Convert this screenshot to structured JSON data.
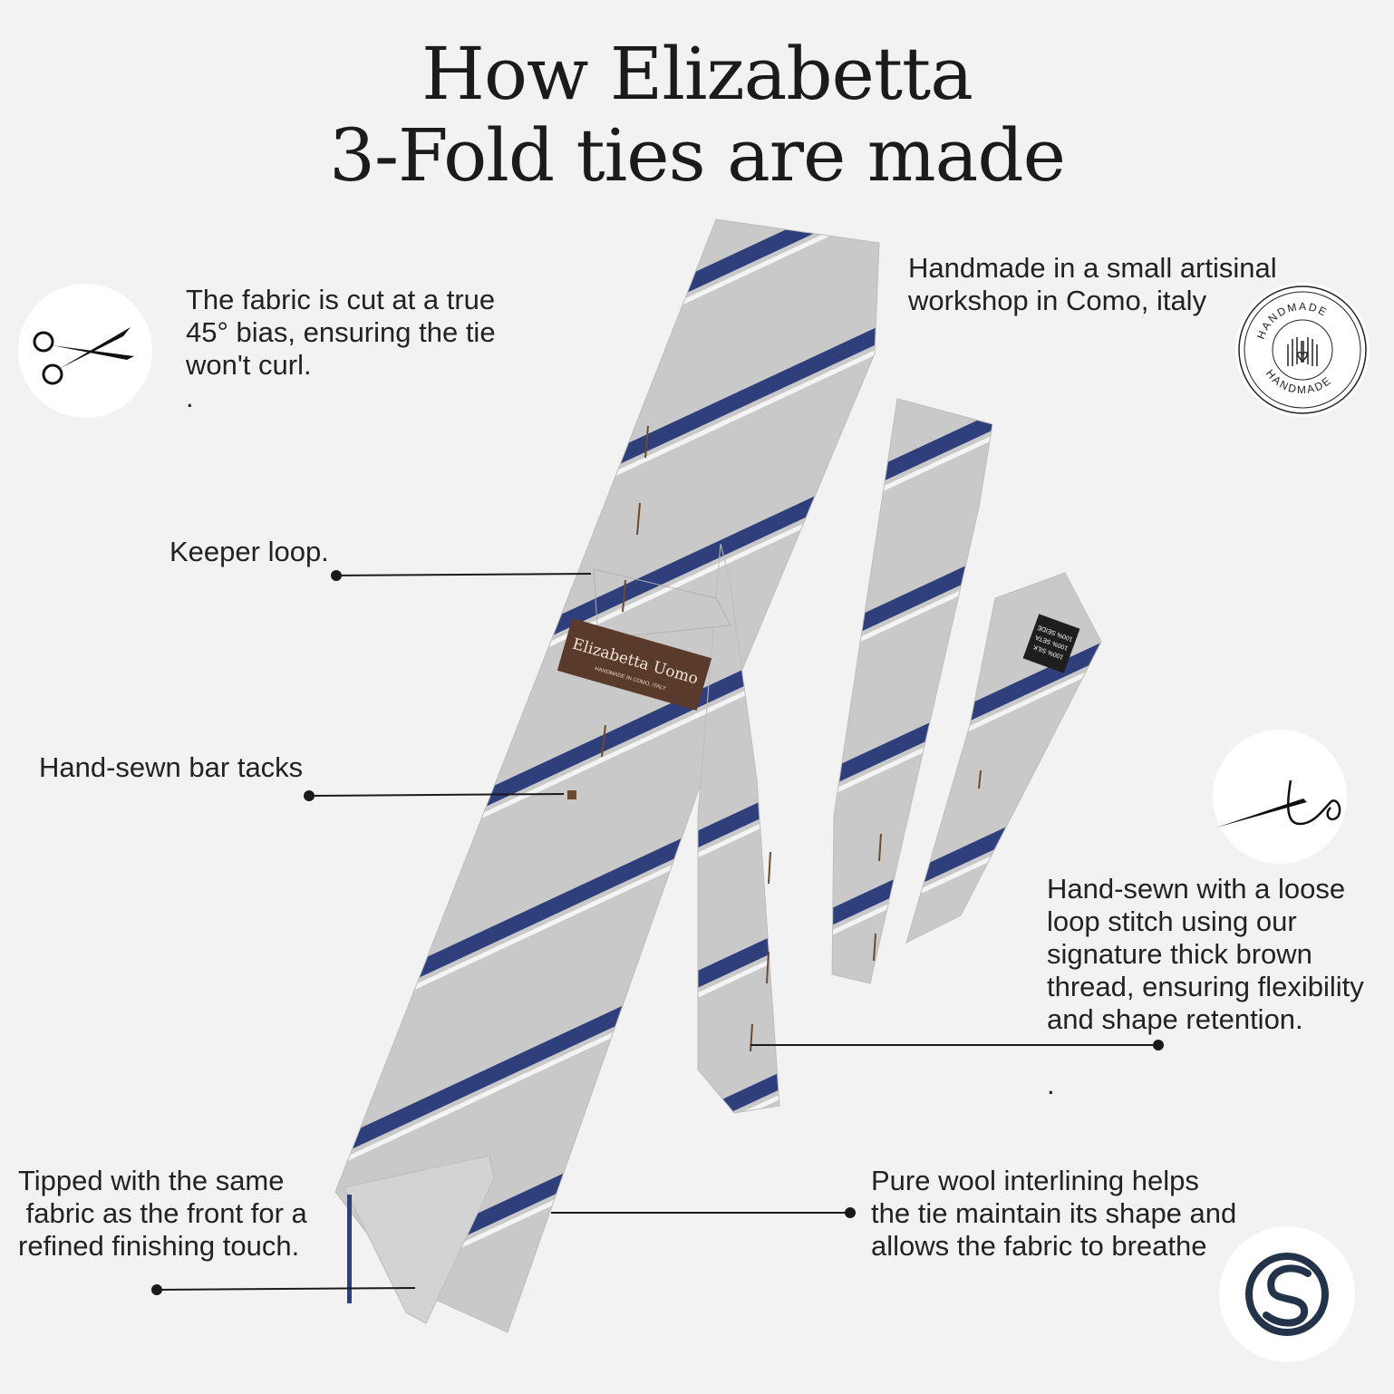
{
  "title": {
    "line1": "How Elizabetta",
    "line2": "3-Fold ties are made"
  },
  "captions": {
    "bias_cut": "The fabric is cut at a true\n45° bias, ensuring the tie\nwon't curl.\n.",
    "handmade": "Handmade in a small artisinal\nworkshop in Como, italy",
    "keeper_loop": "Keeper loop.",
    "bar_tacks": "Hand-sewn bar tacks",
    "loop_stitch": "Hand-sewn with a loose\nloop stitch using our\nsignature thick brown\nthread, ensuring flexibility\nand shape retention.\n\n.",
    "tipping": "Tipped with the same\n fabric as the front for a\nrefined finishing touch.",
    "interlining": "Pure wool interlining helps\nthe tie maintain its shape and\nallows the fabric to breathe"
  },
  "label": {
    "brand": "Elizabetta Uomo",
    "sub": "HANDMADE IN COMO, ITALY"
  },
  "care_label": [
    "100% SILK",
    "100% SETA",
    "100% SEIDE"
  ],
  "badge": {
    "top_text": "HANDMADE",
    "bottom_text": "HANDMADE"
  },
  "icons": {
    "scissors": "scissors-icon",
    "needle": "needle-thread-icon",
    "handmade_badge": "handmade-hands-badge-icon",
    "wool": "wool-logo-icon"
  },
  "colors": {
    "background": "#f2f2f2",
    "fabric": "#c9c9c9",
    "stripe_navy": "#2e3f7c",
    "stripe_white": "#f4f4f4",
    "label_brown": "#5a3a2a",
    "thread_brown": "#6b4a2e",
    "text": "#222222",
    "wool_logo": "#23334a"
  }
}
